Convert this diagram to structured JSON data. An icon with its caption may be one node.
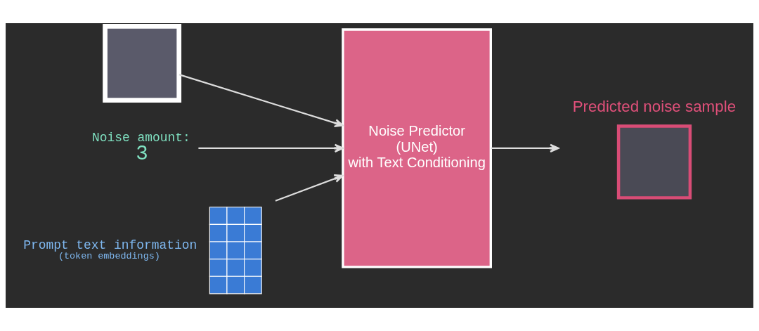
{
  "diagram": {
    "nodes": [
      {
        "text": [],
        "shape": "box"
      },
      {
        "text": [
          "Noise amount:",
          "3"
        ]
      },
      {
        "text": [],
        "shape": "grid",
        "beside": [
          "Prompt text information",
          "(token embeddings)"
        ]
      },
      {
        "text": [
          "Noise Predictor",
          "(UNet)",
          "with Text Conditioning"
        ]
      },
      {
        "text": [
          "Predicted noise sample"
        ]
      }
    ],
    "edges": [
      {
        "from": 0,
        "to": 3,
        "arrow": "to"
      },
      {
        "from": 1,
        "to": 3,
        "arrow": "to"
      },
      {
        "from": 2,
        "to": 3,
        "arrow": "to"
      },
      {
        "from": 3,
        "to": 4,
        "arrow": "to"
      }
    ]
  }
}
